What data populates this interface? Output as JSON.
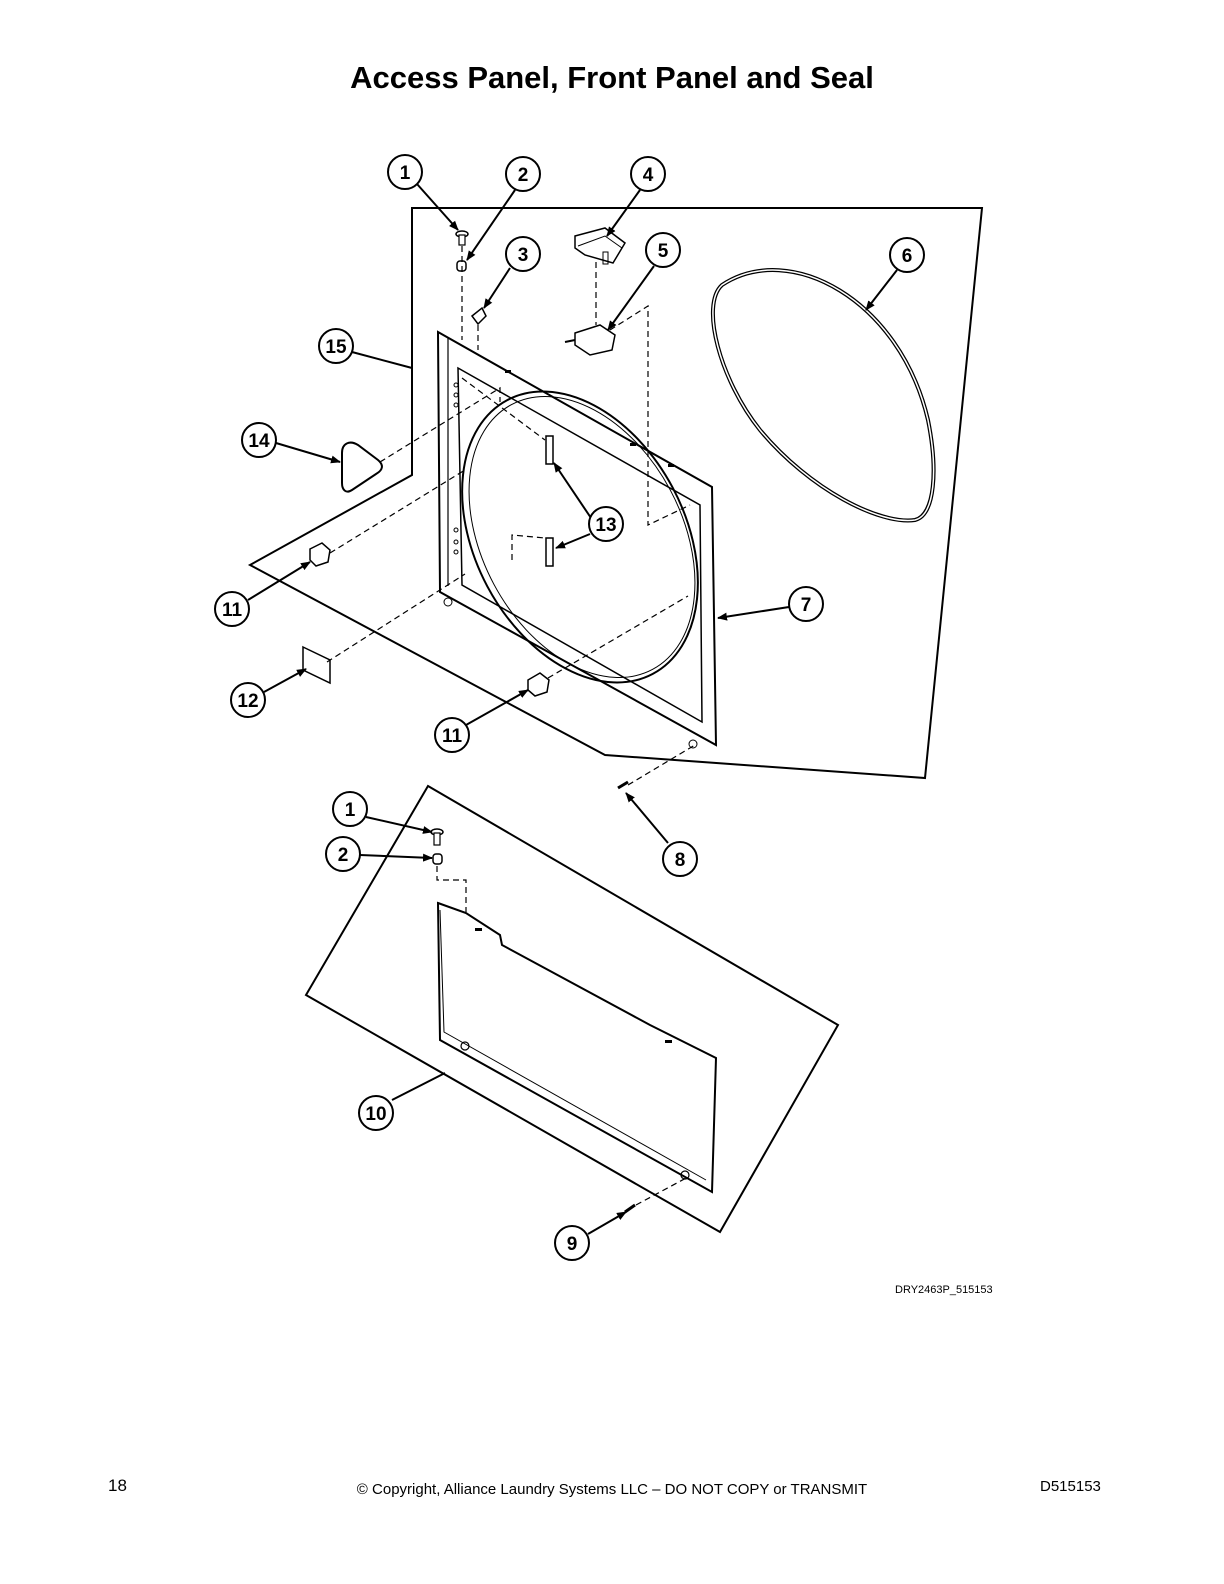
{
  "header": {
    "title": "Access Panel, Front Panel and Seal"
  },
  "diagram": {
    "callouts": {
      "c1a": "1",
      "c2a": "2",
      "c3": "3",
      "c4": "4",
      "c5": "5",
      "c6": "6",
      "c15": "15",
      "c14": "14",
      "c13": "13",
      "c7": "7",
      "c11a": "11",
      "c12": "12",
      "c11b": "11",
      "c8": "8",
      "c1b": "1",
      "c2b": "2",
      "c10": "10",
      "c9": "9"
    },
    "drawing_id": "DRY2463P_515153"
  },
  "footer": {
    "page_number": "18",
    "copyright": "© Copyright, Alliance Laundry Systems LLC – DO NOT COPY or TRANSMIT",
    "doc_number": "D515153"
  }
}
